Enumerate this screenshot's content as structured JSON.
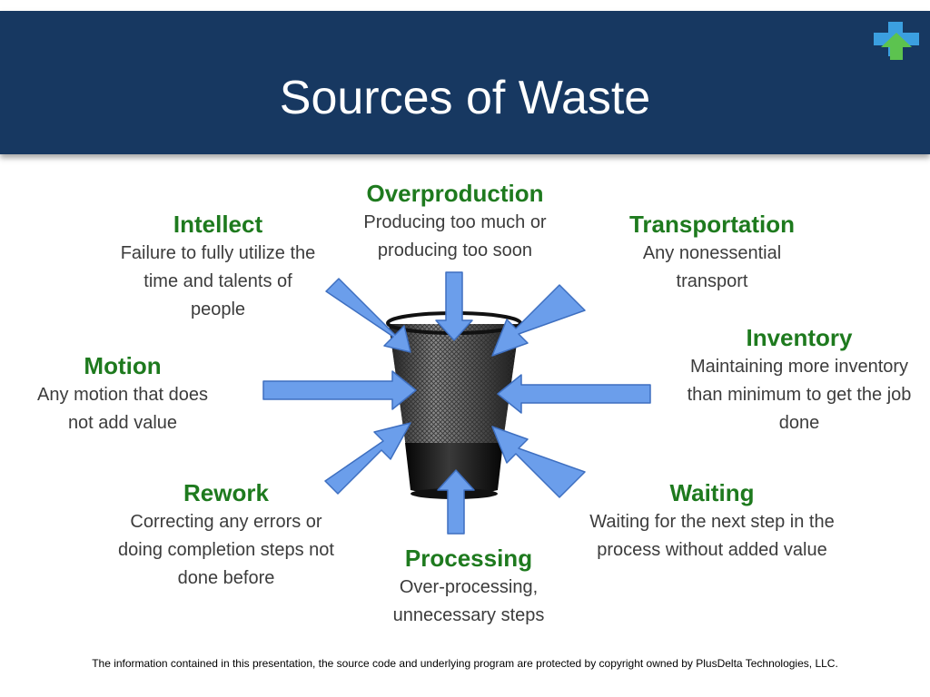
{
  "slide": {
    "title": "Sources of Waste",
    "footer": "The information contained in this presentation, the source code and underlying program  are protected by copyright owned by PlusDelta Technologies, LLC."
  },
  "colors": {
    "header_bg": "#173861",
    "heading_green": "#1e7a1e",
    "arrow_blue": "#6b9eeb",
    "logo_blue": "#3b9fe0",
    "logo_green": "#5cc34f"
  },
  "icons": {
    "logo": "plus-delta-logo-icon",
    "center": "wastebasket-icon"
  },
  "sources": {
    "overproduction": {
      "heading": "Overproduction",
      "description": "Producing too much or producing too soon"
    },
    "intellect": {
      "heading": "Intellect",
      "description": "Failure to fully utilize the time and talents of people"
    },
    "transportation": {
      "heading": "Transportation",
      "description": "Any nonessential transport"
    },
    "inventory": {
      "heading": "Inventory",
      "description": "Maintaining more inventory than minimum to get the job done"
    },
    "motion": {
      "heading": "Motion",
      "description": "Any motion that does not add value"
    },
    "rework": {
      "heading": "Rework",
      "description": "Correcting any errors or doing completion steps not done before"
    },
    "waiting": {
      "heading": "Waiting",
      "description": "Waiting for the next step in the process without added value"
    },
    "processing": {
      "heading": "Processing",
      "description": "Over-processing, unnecessary steps"
    }
  }
}
